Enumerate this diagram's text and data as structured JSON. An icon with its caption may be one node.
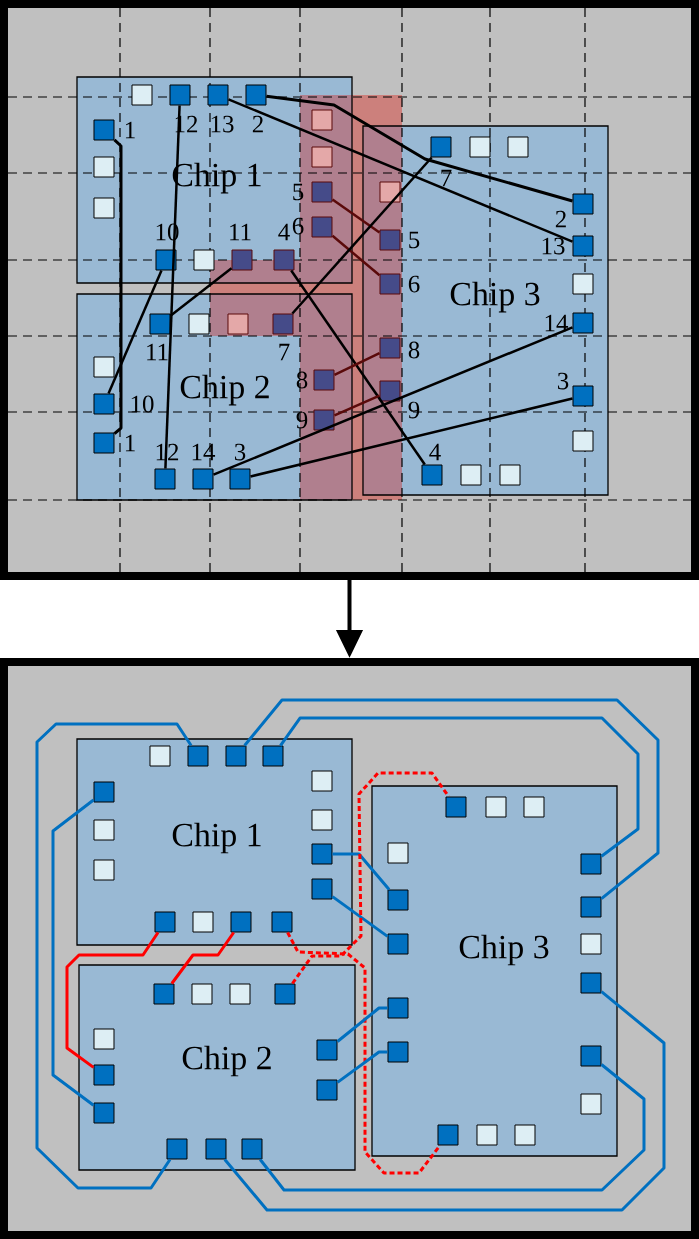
{
  "diagram": {
    "nodes": [
      {
        "text": [],
        "shape": "box"
      },
      {
        "text": [
          "Chip 1"
        ],
        "in": 0
      },
      {
        "text": [],
        "shape": "box",
        "in": 1
      },
      {
        "text": [],
        "shape": "box",
        "in": 1,
        "beside": [
          "12"
        ]
      },
      {
        "text": [],
        "shape": "box",
        "in": 1,
        "beside": [
          "13"
        ]
      },
      {
        "text": [],
        "shape": "box",
        "in": 1,
        "beside": [
          "2"
        ]
      },
      {
        "text": [],
        "shape": "box",
        "in": 1,
        "beside": [
          "1"
        ]
      },
      {
        "text": [],
        "shape": "box",
        "in": 1
      },
      {
        "text": [],
        "shape": "box",
        "in": 1
      },
      {
        "text": [],
        "shape": "box",
        "in": 1,
        "beside": [
          "10"
        ]
      },
      {
        "text": [],
        "shape": "box",
        "in": 1
      },
      {
        "text": [],
        "shape": "box",
        "in": 1,
        "beside": [
          "11"
        ]
      },
      {
        "text": [],
        "shape": "box",
        "in": 1,
        "beside": [
          "4"
        ]
      },
      {
        "text": [],
        "shape": "box",
        "in": 1
      },
      {
        "text": [],
        "shape": "box",
        "in": 1
      },
      {
        "text": [],
        "shape": "box",
        "in": 1,
        "beside": [
          "5"
        ]
      },
      {
        "text": [],
        "shape": "box",
        "in": 1,
        "beside": [
          "6"
        ]
      },
      {
        "text": [
          "Chip 2"
        ],
        "in": 0
      },
      {
        "text": [],
        "shape": "box",
        "in": 17,
        "beside": [
          "11"
        ]
      },
      {
        "text": [],
        "shape": "box",
        "in": 17
      },
      {
        "text": [],
        "shape": "box",
        "in": 17
      },
      {
        "text": [],
        "shape": "box",
        "in": 17,
        "beside": [
          "7"
        ]
      },
      {
        "text": [],
        "shape": "box",
        "in": 17
      },
      {
        "text": [],
        "shape": "box",
        "in": 17,
        "beside": [
          "10"
        ]
      },
      {
        "text": [],
        "shape": "box",
        "in": 17,
        "beside": [
          "1"
        ]
      },
      {
        "text": [],
        "shape": "box",
        "in": 17,
        "beside": [
          "12"
        ]
      },
      {
        "text": [],
        "shape": "box",
        "in": 17,
        "beside": [
          "14"
        ]
      },
      {
        "text": [],
        "shape": "box",
        "in": 17,
        "beside": [
          "3"
        ]
      },
      {
        "text": [],
        "shape": "box",
        "in": 17,
        "beside": [
          "8"
        ]
      },
      {
        "text": [],
        "shape": "box",
        "in": 17,
        "beside": [
          "9"
        ]
      },
      {
        "text": [
          "Chip 3"
        ],
        "in": 0
      },
      {
        "text": [],
        "shape": "box",
        "in": 30,
        "beside": [
          "7"
        ]
      },
      {
        "text": [],
        "shape": "box",
        "in": 30
      },
      {
        "text": [],
        "shape": "box",
        "in": 30
      },
      {
        "text": [],
        "shape": "box",
        "in": 30
      },
      {
        "text": [],
        "shape": "box",
        "in": 30,
        "beside": [
          "5"
        ]
      },
      {
        "text": [],
        "shape": "box",
        "in": 30,
        "beside": [
          "6"
        ]
      },
      {
        "text": [],
        "shape": "box",
        "in": 30,
        "beside": [
          "8"
        ]
      },
      {
        "text": [],
        "shape": "box",
        "in": 30,
        "beside": [
          "9"
        ]
      },
      {
        "text": [],
        "shape": "box",
        "in": 30,
        "beside": [
          "2"
        ]
      },
      {
        "text": [],
        "shape": "box",
        "in": 30,
        "beside": [
          "13"
        ]
      },
      {
        "text": [],
        "shape": "box",
        "in": 30
      },
      {
        "text": [],
        "shape": "box",
        "in": 30,
        "beside": [
          "14"
        ]
      },
      {
        "text": [],
        "shape": "box",
        "in": 30,
        "beside": [
          "3"
        ]
      },
      {
        "text": [],
        "shape": "box",
        "in": 30
      },
      {
        "text": [],
        "shape": "box",
        "in": 30,
        "beside": [
          "4"
        ]
      },
      {
        "text": [],
        "shape": "box",
        "in": 30
      },
      {
        "text": [],
        "shape": "box",
        "in": 30
      },
      {
        "text": [],
        "shape": "box"
      },
      {
        "text": [
          "Chip 1"
        ],
        "in": 48
      },
      {
        "text": [],
        "shape": "box",
        "in": 49
      },
      {
        "text": [],
        "shape": "box",
        "in": 49
      },
      {
        "text": [],
        "shape": "box",
        "in": 49
      },
      {
        "text": [],
        "shape": "box",
        "in": 49
      },
      {
        "text": [],
        "shape": "box",
        "in": 49
      },
      {
        "text": [],
        "shape": "box",
        "in": 49
      },
      {
        "text": [],
        "shape": "box",
        "in": 49
      },
      {
        "text": [],
        "shape": "box",
        "in": 49
      },
      {
        "text": [],
        "shape": "box",
        "in": 49
      },
      {
        "text": [],
        "shape": "box",
        "in": 49
      },
      {
        "text": [],
        "shape": "box",
        "in": 49
      },
      {
        "text": [],
        "shape": "box",
        "in": 49
      },
      {
        "text": [],
        "shape": "box",
        "in": 49
      },
      {
        "text": [],
        "shape": "box",
        "in": 49
      },
      {
        "text": [],
        "shape": "box",
        "in": 49
      },
      {
        "text": [
          "Chip 2"
        ],
        "in": 48
      },
      {
        "text": [],
        "shape": "box",
        "in": 65
      },
      {
        "text": [],
        "shape": "box",
        "in": 65
      },
      {
        "text": [],
        "shape": "box",
        "in": 65
      },
      {
        "text": [],
        "shape": "box",
        "in": 65
      },
      {
        "text": [],
        "shape": "box",
        "in": 65
      },
      {
        "text": [],
        "shape": "box",
        "in": 65
      },
      {
        "text": [],
        "shape": "box",
        "in": 65
      },
      {
        "text": [],
        "shape": "box",
        "in": 65
      },
      {
        "text": [],
        "shape": "box",
        "in": 65
      },
      {
        "text": [],
        "shape": "box",
        "in": 65
      },
      {
        "text": [],
        "shape": "box",
        "in": 65
      },
      {
        "text": [],
        "shape": "box",
        "in": 65
      },
      {
        "text": [
          "Chip 3"
        ],
        "in": 48
      },
      {
        "text": [],
        "shape": "box",
        "in": 78
      },
      {
        "text": [],
        "shape": "box",
        "in": 78
      },
      {
        "text": [],
        "shape": "box",
        "in": 78
      },
      {
        "text": [],
        "shape": "box",
        "in": 78
      },
      {
        "text": [],
        "shape": "box",
        "in": 78
      },
      {
        "text": [],
        "shape": "box",
        "in": 78
      },
      {
        "text": [],
        "shape": "box",
        "in": 78
      },
      {
        "text": [],
        "shape": "box",
        "in": 78
      },
      {
        "text": [],
        "shape": "box",
        "in": 78
      },
      {
        "text": [],
        "shape": "box",
        "in": 78
      },
      {
        "text": [],
        "shape": "box",
        "in": 78
      },
      {
        "text": [],
        "shape": "box",
        "in": 78
      },
      {
        "text": [],
        "shape": "box",
        "in": 78
      },
      {
        "text": [],
        "shape": "box",
        "in": 78
      },
      {
        "text": [],
        "shape": "box",
        "in": 78
      },
      {
        "text": [],
        "shape": "box",
        "in": 78
      },
      {
        "text": [],
        "shape": "box",
        "in": 78
      }
    ],
    "edges": [
      {
        "from": 6,
        "to": 24,
        "arrow": "none"
      },
      {
        "from": 3,
        "to": 25,
        "arrow": "none"
      },
      {
        "from": 4,
        "to": 40,
        "arrow": "none"
      },
      {
        "from": 5,
        "to": 39,
        "arrow": "none"
      },
      {
        "from": 9,
        "to": 23,
        "arrow": "none"
      },
      {
        "from": 11,
        "to": 18,
        "arrow": "none"
      },
      {
        "from": 12,
        "to": 45,
        "arrow": "none"
      },
      {
        "from": 15,
        "to": 35,
        "arrow": "none",
        "color": "#5a0a0a"
      },
      {
        "from": 16,
        "to": 36,
        "arrow": "none",
        "color": "#5a0a0a"
      },
      {
        "from": 21,
        "to": 31,
        "arrow": "none"
      },
      {
        "from": 28,
        "to": 37,
        "arrow": "none",
        "color": "#5a0a0a"
      },
      {
        "from": 29,
        "to": 38,
        "arrow": "none",
        "color": "#5a0a0a"
      },
      {
        "from": 26,
        "to": 42,
        "arrow": "none"
      },
      {
        "from": 27,
        "to": 43,
        "arrow": "none"
      },
      {
        "from": 0,
        "to": 48,
        "arrow": "to"
      },
      {
        "from": 54,
        "to": 72,
        "arrow": "none",
        "color": "#0070c0"
      },
      {
        "from": 51,
        "to": 75,
        "arrow": "none",
        "color": "#0070c0"
      },
      {
        "from": 52,
        "to": 88,
        "arrow": "none",
        "color": "#0070c0"
      },
      {
        "from": 53,
        "to": 87,
        "arrow": "none",
        "color": "#0070c0"
      },
      {
        "from": 61,
        "to": 71,
        "arrow": "none",
        "color": "#ff0000"
      },
      {
        "from": 63,
        "to": 66,
        "arrow": "none",
        "color": "#ff0000"
      },
      {
        "from": 64,
        "to": 93,
        "arrow": "none",
        "color": "#ff0000",
        "style": "dashed"
      },
      {
        "from": 59,
        "to": 83,
        "arrow": "none",
        "color": "#0070c0"
      },
      {
        "from": 60,
        "to": 84,
        "arrow": "none",
        "color": "#0070c0"
      },
      {
        "from": 69,
        "to": 79,
        "arrow": "none",
        "color": "#ff0000",
        "style": "dashed"
      },
      {
        "from": 73,
        "to": 85,
        "arrow": "none",
        "color": "#0070c0"
      },
      {
        "from": 74,
        "to": 86,
        "arrow": "none",
        "color": "#0070c0"
      },
      {
        "from": 76,
        "to": 90,
        "arrow": "none",
        "color": "#0070c0"
      },
      {
        "from": 77,
        "to": 91,
        "arrow": "none",
        "color": "#0070c0"
      }
    ]
  }
}
